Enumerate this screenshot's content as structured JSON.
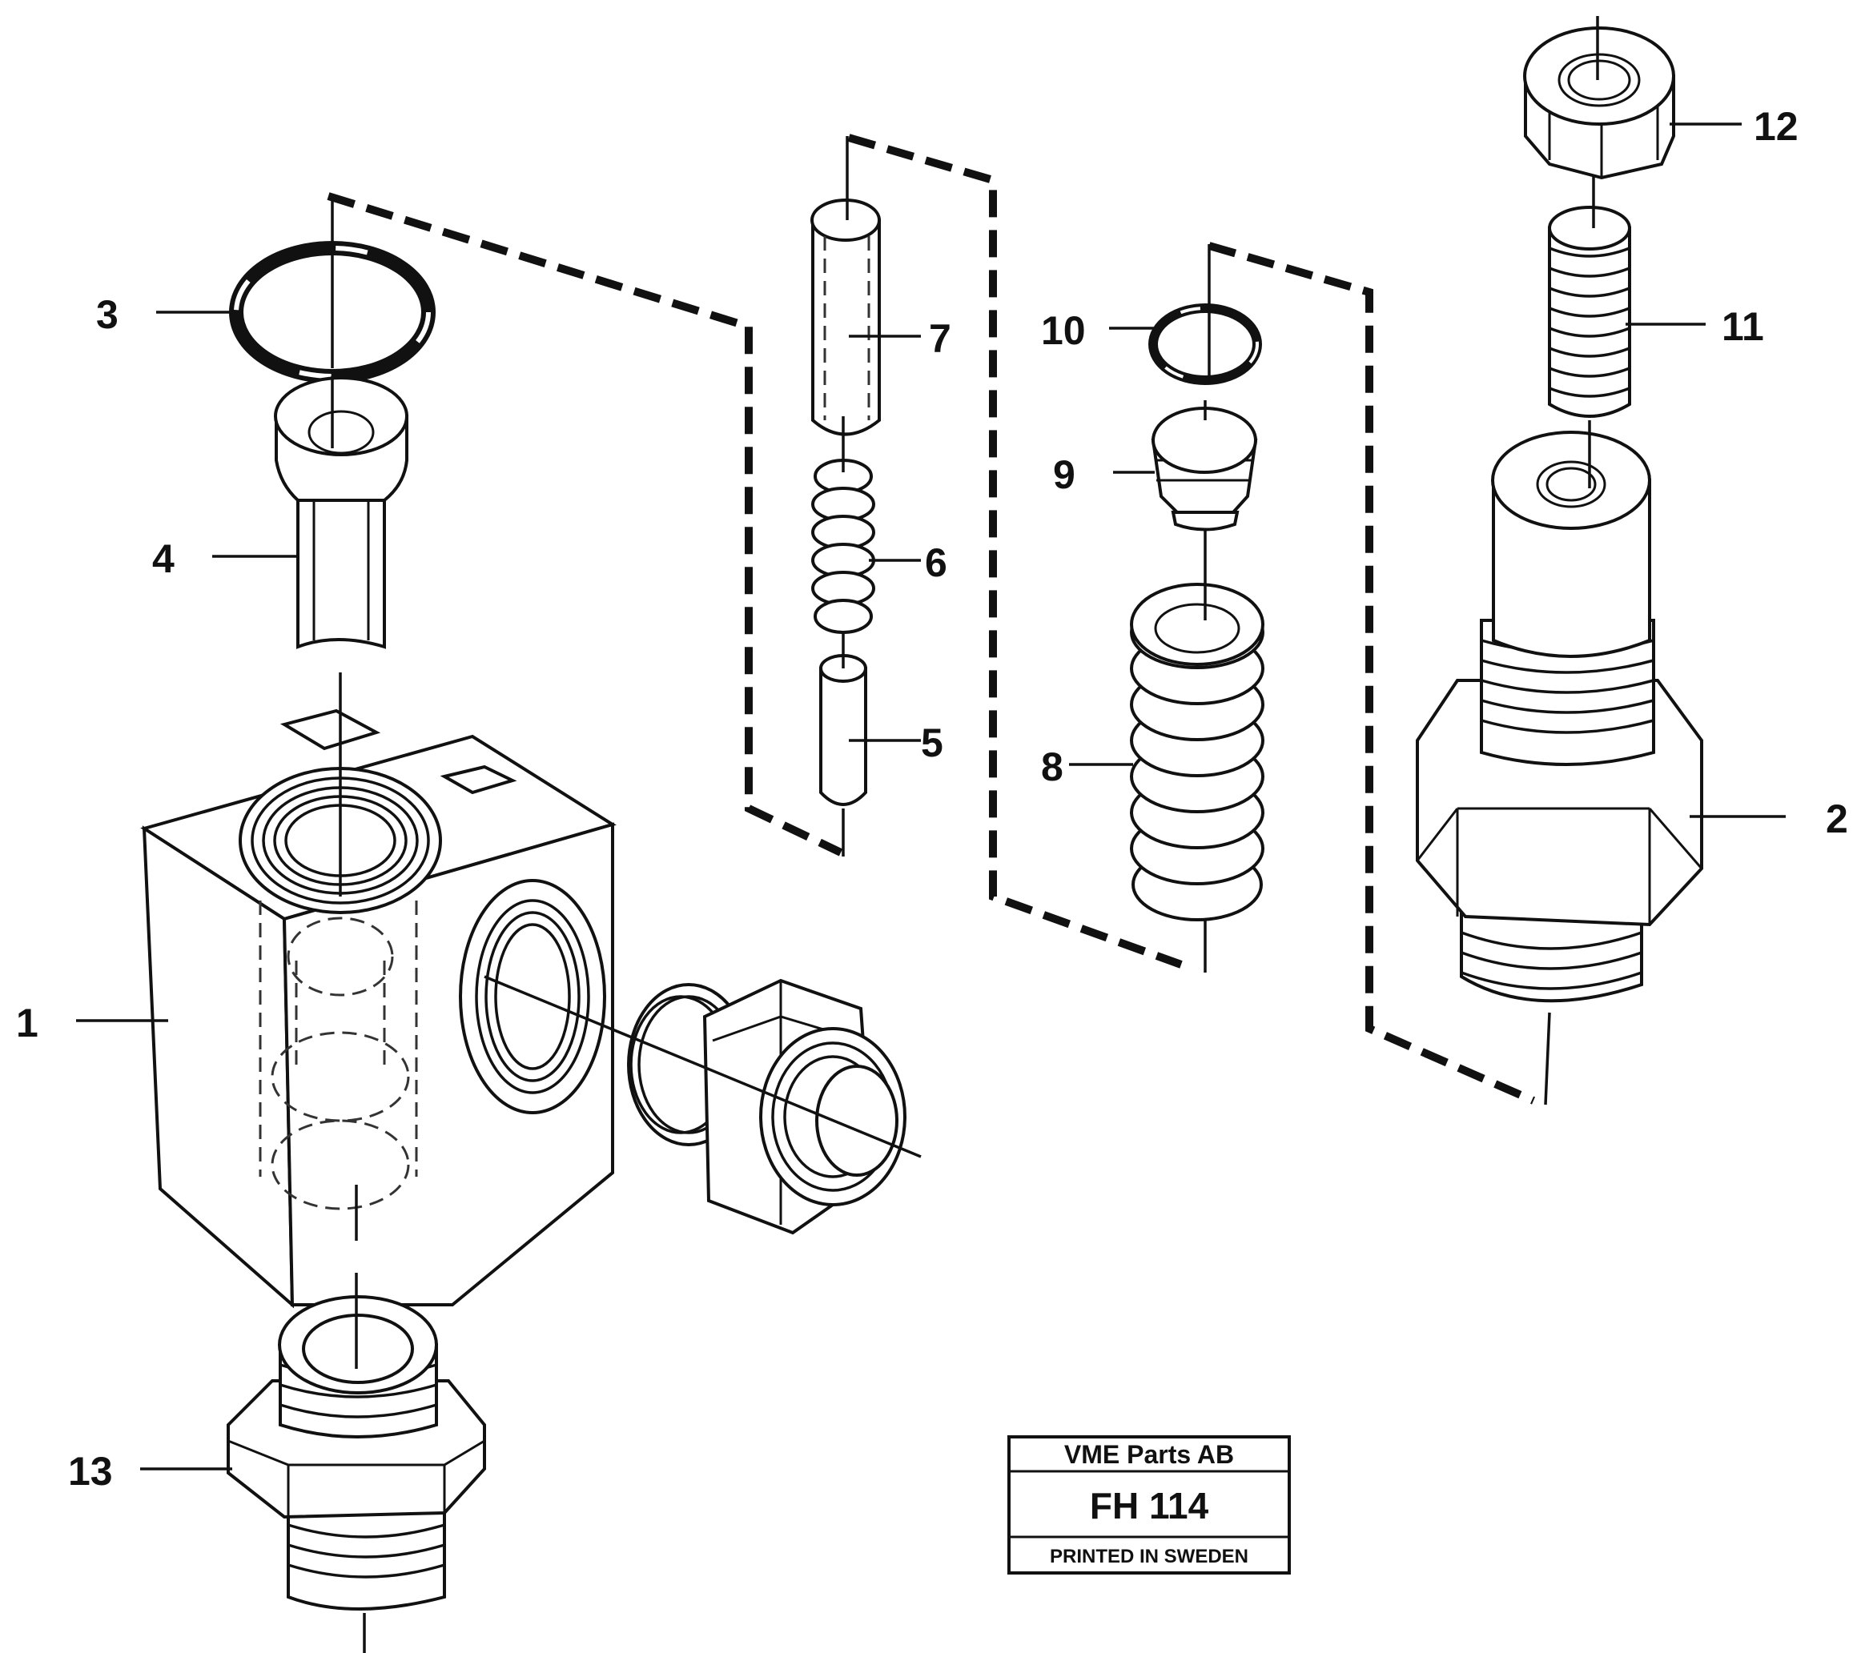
{
  "callouts": [
    {
      "id": "1",
      "label": "1"
    },
    {
      "id": "2",
      "label": "2"
    },
    {
      "id": "3",
      "label": "3"
    },
    {
      "id": "4",
      "label": "4"
    },
    {
      "id": "5",
      "label": "5"
    },
    {
      "id": "6",
      "label": "6"
    },
    {
      "id": "7",
      "label": "7"
    },
    {
      "id": "8",
      "label": "8"
    },
    {
      "id": "9",
      "label": "9"
    },
    {
      "id": "10",
      "label": "10"
    },
    {
      "id": "11",
      "label": "11"
    },
    {
      "id": "12",
      "label": "12"
    },
    {
      "id": "13",
      "label": "13"
    }
  ],
  "title_block": {
    "company": "VME Parts AB",
    "code": "FH 114",
    "footer": "PRINTED IN SWEDEN"
  }
}
